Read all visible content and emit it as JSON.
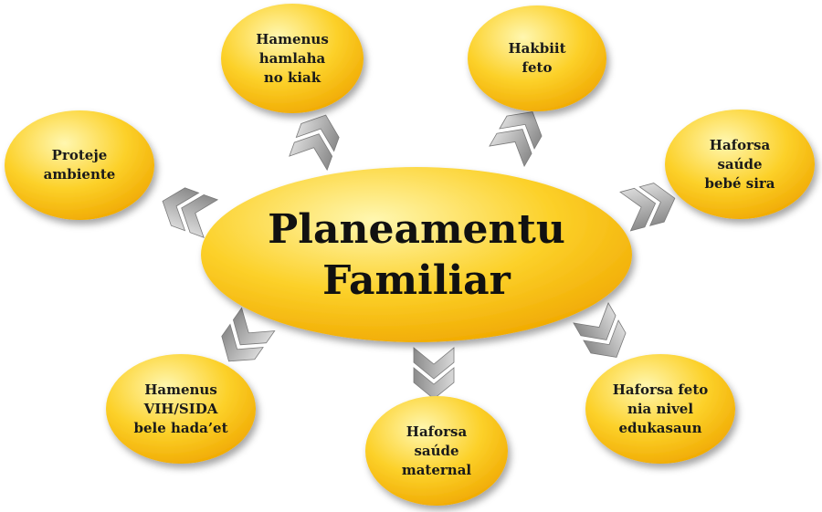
{
  "colors": {
    "bubble_light": "#fff7b0",
    "bubble_mid": "#fcd12a",
    "bubble_dark": "#f0a800",
    "arrow_light": "#d9d9d9",
    "arrow_dark": "#8c8c8c"
  },
  "center": {
    "text": "Planeamentu\nFamiliar"
  },
  "nodes": [
    {
      "id": "hamenus-hamlaha-no-kiak",
      "text": "Hamenus\nhamlaha\nno kiak"
    },
    {
      "id": "hakbiit-feto",
      "text": "Hakbiit\nfeto"
    },
    {
      "id": "proteje-ambiente",
      "text": "Proteje\nambiente"
    },
    {
      "id": "haforsa-saude-bebe-sira",
      "text": "Haforsa\nsaúde\nbebé sira"
    },
    {
      "id": "hamenus-vih-sida",
      "text": "Hamenus\nVIH/SIDA\nbele hada’et"
    },
    {
      "id": "haforsa-saude-maternal",
      "text": "Haforsa\nsaúde\nmaternal"
    },
    {
      "id": "haforsa-feto-nivel-edukasaun",
      "text": "Haforsa feto\nnia nivel\nedukasaun"
    }
  ]
}
